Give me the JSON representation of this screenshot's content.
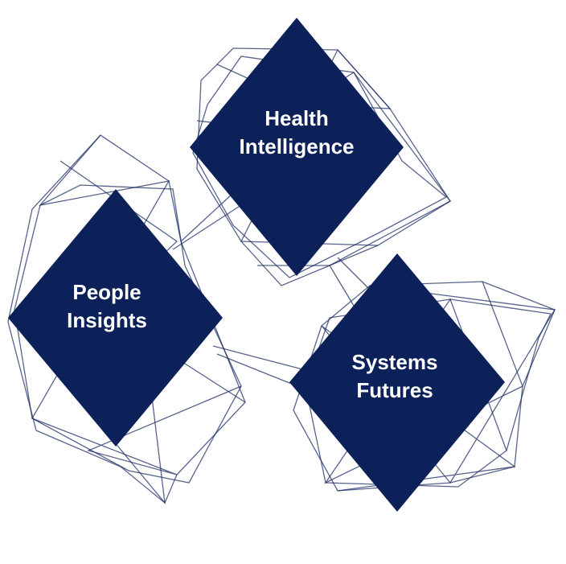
{
  "colors": {
    "diamond": "#0c2059",
    "wire": "#1f2f66"
  },
  "nodes": [
    {
      "line1": "Health",
      "line2": "Intelligence"
    },
    {
      "line1": "People",
      "line2": "Insights"
    },
    {
      "line1": "Systems",
      "line2": "Futures"
    }
  ]
}
